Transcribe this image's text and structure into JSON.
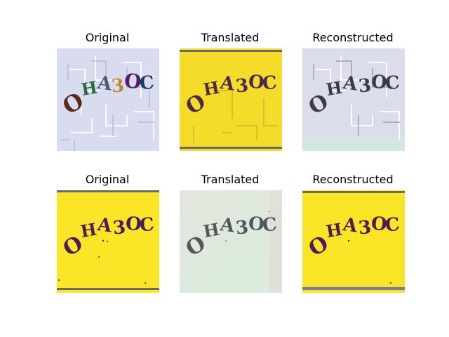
{
  "figure": {
    "rows": [
      {
        "panels": [
          {
            "title": "Original",
            "background": "#d9dcef",
            "tone": "colored-light"
          },
          {
            "title": "Translated",
            "background": "#f6dc2a",
            "tone": "dark-on-yellow"
          },
          {
            "title": "Reconstructed",
            "background": "#dbdcec",
            "tone": "dark-on-light"
          }
        ]
      },
      {
        "panels": [
          {
            "title": "Original",
            "background": "#fae526",
            "tone": "dark-on-yellow"
          },
          {
            "title": "Translated",
            "background": "#dfe8dc",
            "tone": "gray-on-light"
          },
          {
            "title": "Reconstructed",
            "background": "#f9e526",
            "tone": "dark-on-yellow"
          }
        ]
      }
    ]
  },
  "captcha_text": "OHA3OC"
}
